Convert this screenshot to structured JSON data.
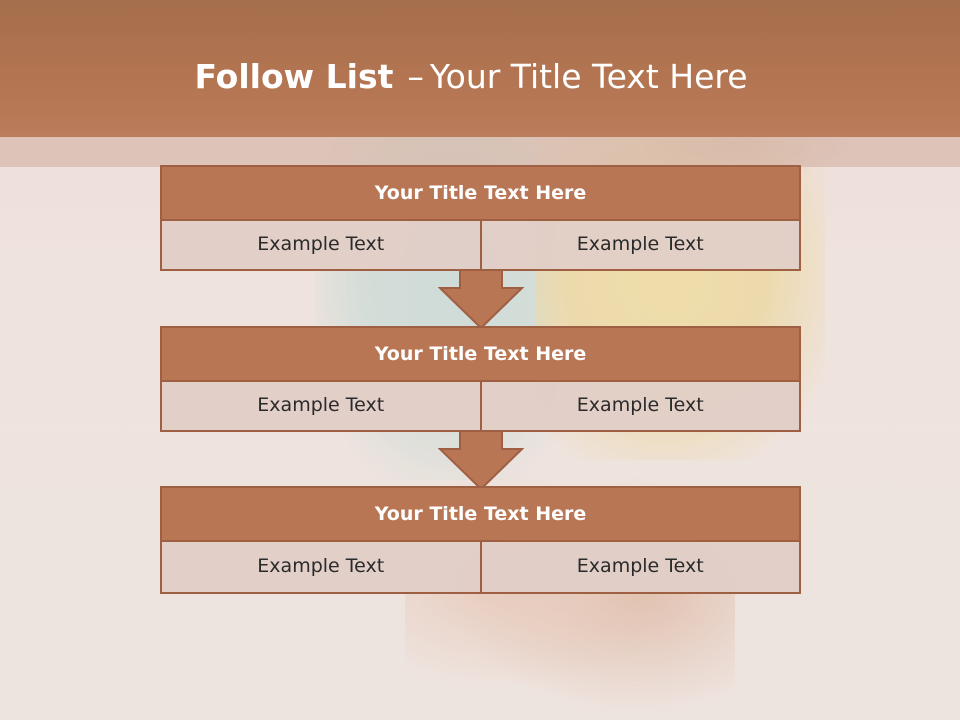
{
  "slide": {
    "title_bold": "Follow List",
    "title_dash": "–",
    "title_rest": "Your Title Text Here"
  },
  "blocks": [
    {
      "title": "Your Title Text Here",
      "left": "Example Text",
      "right": "Example Text"
    },
    {
      "title": "Your Title Text Here",
      "left": "Example Text",
      "right": "Example Text"
    },
    {
      "title": "Your Title Text Here",
      "left": "Example Text",
      "right": "Example Text"
    }
  ],
  "colors": {
    "header": "#b47552",
    "block_title": "#b87654",
    "block_border": "#9f5f43",
    "cell_fill": "#e1cec7",
    "arrow": "#b87654"
  },
  "icons": [
    "arrow-down-icon",
    "arrow-down-icon"
  ]
}
